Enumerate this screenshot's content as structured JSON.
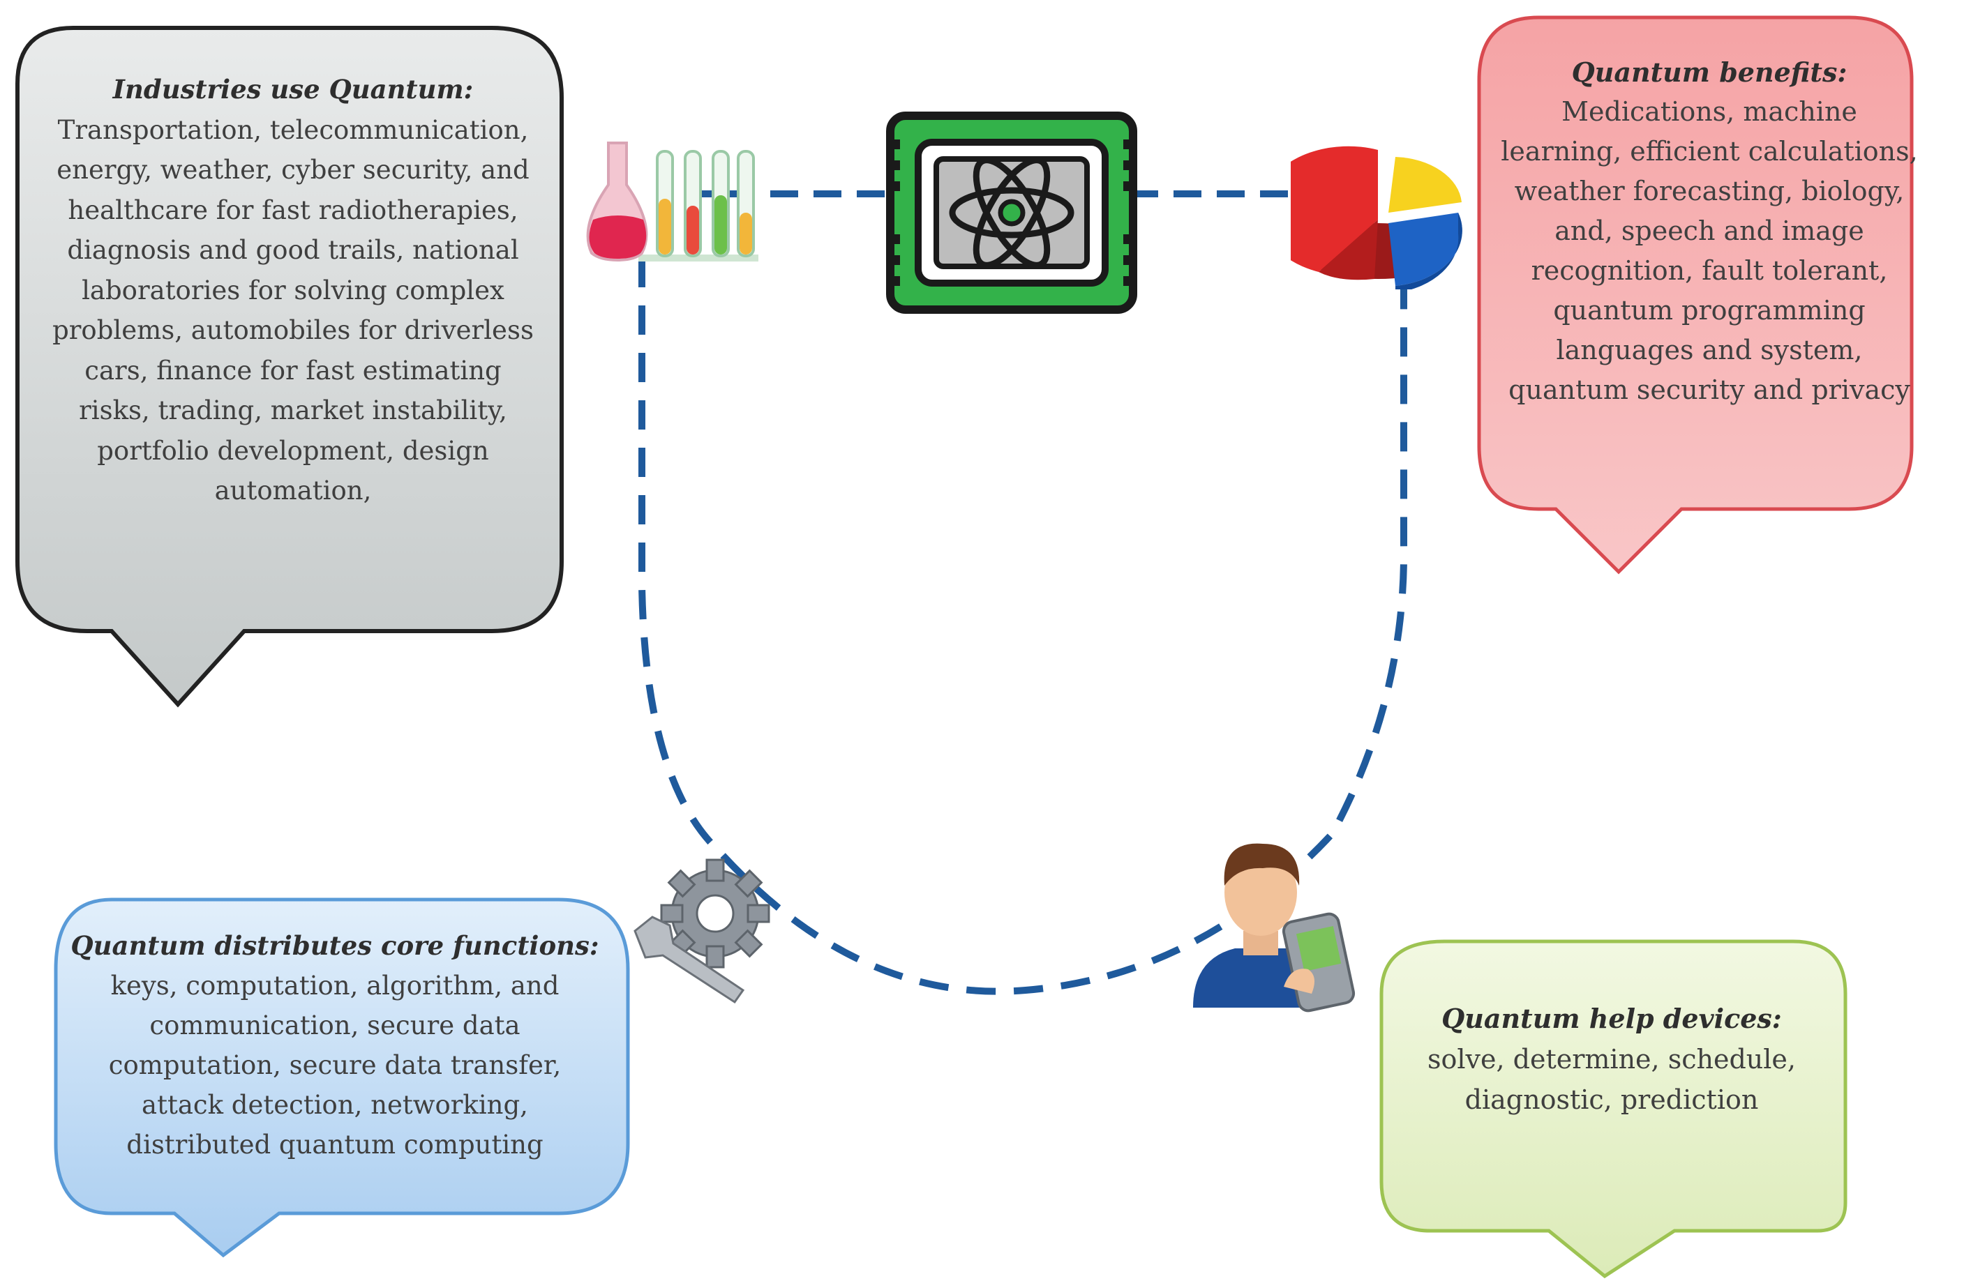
{
  "callouts": {
    "industries": {
      "title": "Industries use Quantum:",
      "body": "Transportation, telecommunication, energy, weather, cyber security, and healthcare for fast radiotherapies, diagnosis and good trails, national laboratories for solving complex problems, automobiles for driverless cars, finance for fast estimating risks, trading, market instability, portfolio development, design automation,",
      "fill": "#d3d7d7",
      "stroke": "#222222"
    },
    "benefits": {
      "title": "Quantum benefits:",
      "body": "Medications, machine learning, efficient calculations, weather forecasting, biology, and, speech and image recognition, fault tolerant, quantum programming languages and system, quantum security and privacy",
      "fill": "#f6a7a9",
      "stroke": "#d94a50"
    },
    "core_functions": {
      "title": "Quantum distributes core functions:",
      "body": "keys, computation, algorithm, and communication, secure data computation, secure data transfer, attack detection, networking, distributed quantum computing",
      "fill": "#b3d3f1",
      "stroke": "#5a9bd8"
    },
    "devices": {
      "title": "Quantum help devices:",
      "body": "solve, determine, schedule, diagnostic, prediction",
      "fill": "#e3efc6",
      "stroke": "#9dc352"
    }
  },
  "icons": {
    "chip": "quantum-chip-icon",
    "lab": "lab-flask-test-tubes-icon",
    "pie": "pie-chart-icon",
    "gear": "gear-wrench-icon",
    "user": "user-with-phone-icon"
  },
  "colors": {
    "connector": "#1f5a9c",
    "chip_green": "#33b24a"
  }
}
